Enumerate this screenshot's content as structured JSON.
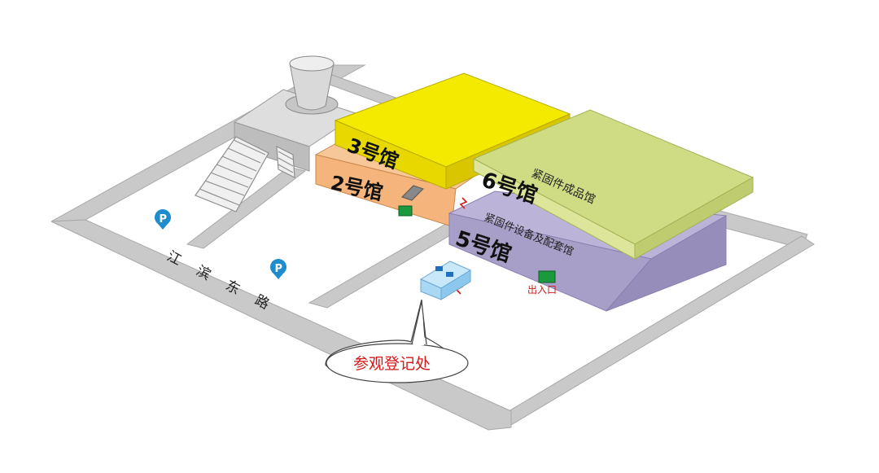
{
  "halls": {
    "hall3": {
      "label": "3号馆",
      "color": "#f4ea00"
    },
    "hall2": {
      "label": "2号馆",
      "color": "#f5b47c"
    },
    "hall6": {
      "label": "6号馆",
      "sub": "紧固件成品馆",
      "color": "#cfdc84"
    },
    "hall5": {
      "label": "5号馆",
      "sub": "紧固件设备及配套馆",
      "color": "#a89fc8"
    }
  },
  "road": {
    "chars": [
      "江",
      "滨",
      "东",
      "路"
    ]
  },
  "entrance": {
    "label": "出入口"
  },
  "registration": {
    "label": "参观登记处"
  },
  "parking": {
    "symbol": "P",
    "color": "#1e8ccd"
  },
  "colors": {
    "road": "#c9c9ca",
    "entrance_marker": "#1a9a3c",
    "desk": "#a9d8f4"
  }
}
